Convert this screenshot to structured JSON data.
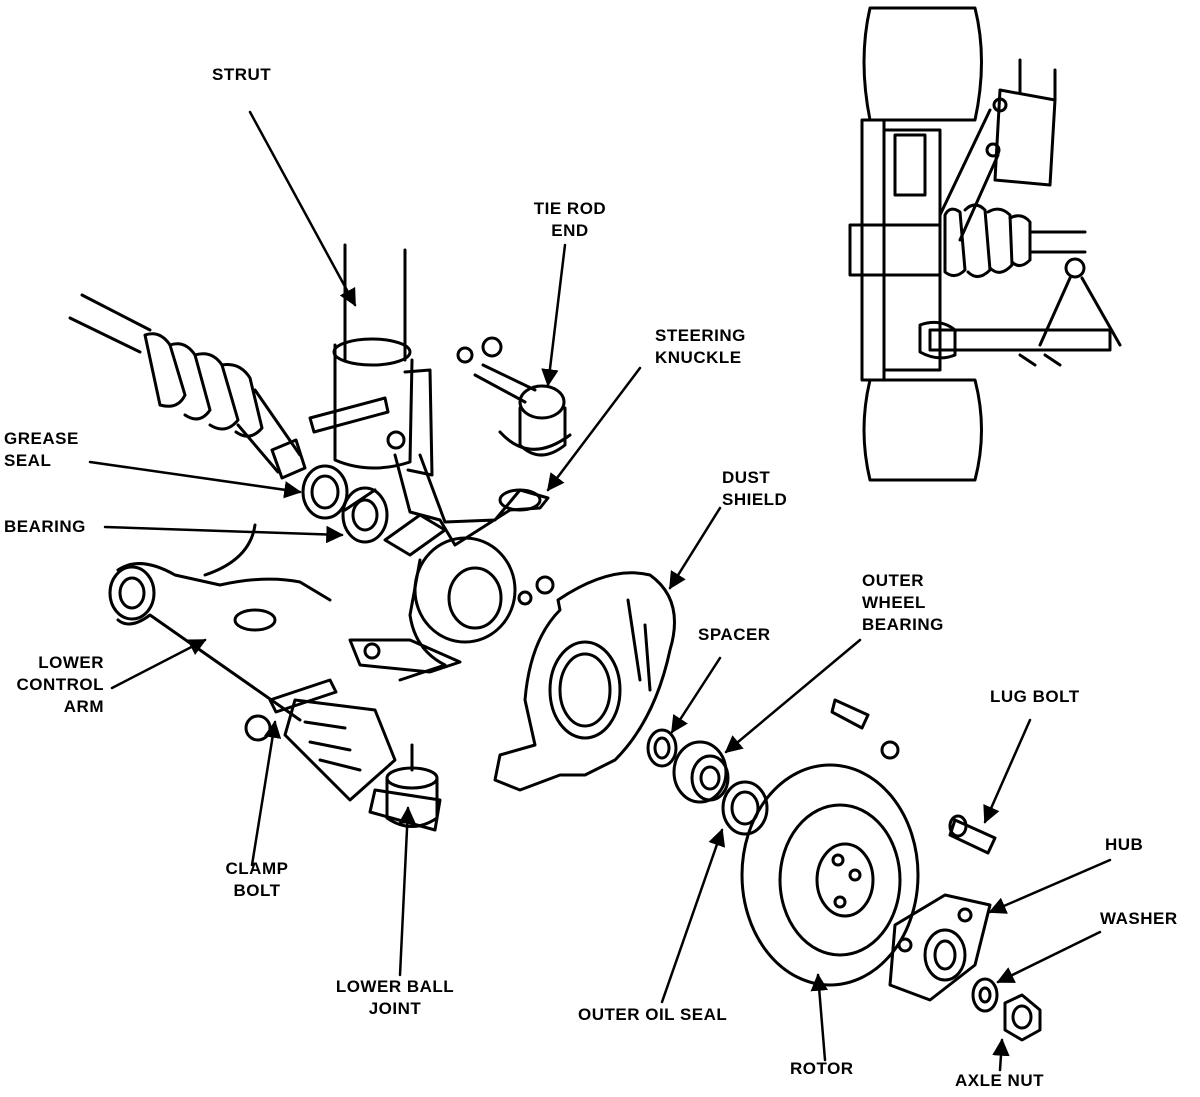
{
  "labels": {
    "strut": "STRUT",
    "tie_rod_end": "TIE ROD\nEND",
    "steering_knuckle": "STEERING\nKNUCKLE",
    "grease_seal": "GREASE\nSEAL",
    "bearing": "BEARING",
    "dust_shield": "DUST\nSHIELD",
    "outer_wheel_bearing": "OUTER\nWHEEL\nBEARING",
    "spacer": "SPACER",
    "lower_control_arm": "LOWER\nCONTROL\nARM",
    "lug_bolt": "LUG BOLT",
    "clamp_bolt": "CLAMP\nBOLT",
    "hub": "HUB",
    "washer": "WASHER",
    "lower_ball_joint": "LOWER BALL\nJOINT",
    "outer_oil_seal": "OUTER OIL SEAL",
    "rotor": "ROTOR",
    "axle_nut": "AXLE NUT"
  },
  "colors": {
    "ink": "#000000",
    "paper": "#ffffff"
  }
}
